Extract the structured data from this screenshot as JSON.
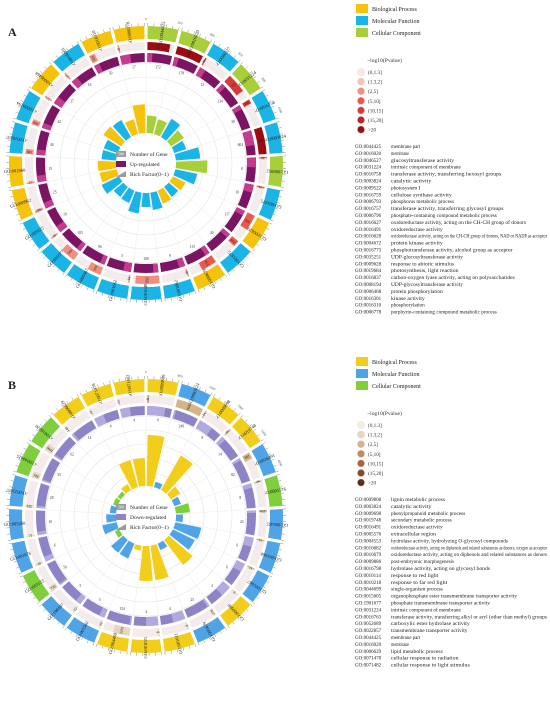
{
  "panels": [
    {
      "label": "A",
      "legend": {
        "categories": [
          {
            "name": "Biological Process",
            "color": "#f5c20c"
          },
          {
            "name": "Molecular Function",
            "color": "#1bb4e6"
          },
          {
            "name": "Cellular Component",
            "color": "#a6cf39"
          }
        ],
        "pvalue_title": "−log10(Pvalue)",
        "pvalue_bins": [
          "(0,1.3]",
          "(1.3,2]",
          "(2,5]",
          "(5,10]",
          "(10,15]",
          "(15,20]",
          ">20"
        ],
        "pvalue_colors": [
          "#fbe6e0",
          "#f7c1b3",
          "#f08f7e",
          "#e85a4c",
          "#d93a33",
          "#c42022",
          "#9d0b13"
        ],
        "center_items": [
          {
            "badge": "500",
            "label": "Number of Gene"
          },
          {
            "label": "Up-regulated",
            "color": "#7b1563"
          },
          {
            "label": "Rich Factor(0−1)",
            "color": "#9a9a9a"
          }
        ]
      },
      "terms": [
        {
          "id": "GO:0044425",
          "desc": "membrane part",
          "cat": 2,
          "genes": 841,
          "deg": 172,
          "bar": 0.25,
          "p": 6
        },
        {
          "id": "GO:0016020",
          "desc": "membrane",
          "cat": 2,
          "genes": 1000,
          "deg": 178,
          "bar": 0.22,
          "p": 6
        },
        {
          "id": "GO:0046527",
          "desc": "glucosyltransferase activity",
          "cat": 1,
          "genes": 48,
          "deg": 12,
          "bar": 0.3,
          "p": 4
        },
        {
          "id": "GO:0031224",
          "desc": "intrinsic component of membrane",
          "cat": 2,
          "genes": 725,
          "deg": 134,
          "bar": 0.22,
          "p": 4
        },
        {
          "id": "GO:0016758",
          "desc": "transferase activity, transferring hexosyl groups",
          "cat": 1,
          "genes": 165,
          "deg": 30,
          "bar": 0.18,
          "p": 4
        },
        {
          "id": "GO:0003824",
          "desc": "catalytic activity",
          "cat": 1,
          "genes": 1000,
          "deg": 604,
          "bar": 0.35,
          "p": 6
        },
        {
          "id": "GO:0009522",
          "desc": "photosystem I",
          "cat": 2,
          "genes": 20,
          "deg": 8,
          "bar": 0.45,
          "p": 3
        },
        {
          "id": "GO:0016759",
          "desc": "cellulose synthase activity",
          "cat": 1,
          "genes": 31,
          "deg": 10,
          "bar": 0.32,
          "p": 3
        },
        {
          "id": "GO:0006793",
          "desc": "phosphorus metabolic process",
          "cat": 0,
          "genes": 582,
          "deg": 117,
          "bar": 0.2,
          "p": 3
        },
        {
          "id": "GO:0016757",
          "desc": "transferase activity, transferring glycosyl groups",
          "cat": 1,
          "genes": 229,
          "deg": 40,
          "bar": 0.18,
          "p": 3
        },
        {
          "id": "GO:0006796",
          "desc": "phosphate-containing compound metabolic process",
          "cat": 0,
          "genes": 578,
          "deg": 115,
          "bar": 0.2,
          "p": 3
        },
        {
          "id": "GO:0016627",
          "desc": "oxidoreductase activity, acting on the CH-CH group of donors",
          "cat": 1,
          "genes": 36,
          "deg": 9,
          "bar": 0.25,
          "p": 2
        },
        {
          "id": "GO:0016491",
          "desc": "oxidoreductase activity",
          "cat": 1,
          "genes": 892,
          "deg": 180,
          "bar": 0.2,
          "p": 2
        },
        {
          "id": "GO:0016628",
          "desc": "oxidoreductase activity, acting on the CH-CH group of donors, NAD or NADP as acceptor",
          "cat": 1,
          "genes": 16,
          "deg": 5,
          "bar": 0.3,
          "p": 2
        },
        {
          "id": "GO:0004672",
          "desc": "protein kinase activity",
          "cat": 1,
          "genes": 504,
          "deg": 96,
          "bar": 0.19,
          "p": 2
        },
        {
          "id": "GO:0016773",
          "desc": "phosphotransferase activity, alcohol group as acceptor",
          "cat": 1,
          "genes": 568,
          "deg": 105,
          "bar": 0.18,
          "p": 2
        },
        {
          "id": "GO:0035251",
          "desc": "UDP-glucosyltransferase activity",
          "cat": 1,
          "genes": 36,
          "deg": 10,
          "bar": 0.28,
          "p": 2
        },
        {
          "id": "GO:0009628",
          "desc": "response to abiotic stimulus",
          "cat": 0,
          "genes": 99,
          "deg": 25,
          "bar": 0.25,
          "p": 2
        },
        {
          "id": "GO:0019684",
          "desc": "photosynthesis, light reaction",
          "cat": 0,
          "genes": 57,
          "deg": 15,
          "bar": 0.26,
          "p": 2
        },
        {
          "id": "GO:0016837",
          "desc": "carbon-oxygen lyase activity, acting on polysaccharides",
          "cat": 1,
          "genes": 186,
          "deg": 40,
          "bar": 0.21,
          "p": 2
        },
        {
          "id": "GO:0008194",
          "desc": "UDP-glycosyltransferase activity",
          "cat": 1,
          "genes": 198,
          "deg": 42,
          "bar": 0.21,
          "p": 2
        },
        {
          "id": "GO:0006468",
          "desc": "protein phosphorylation",
          "cat": 0,
          "genes": 57,
          "deg": 17,
          "bar": 0.3,
          "p": 2
        },
        {
          "id": "GO:0016301",
          "desc": "kinase activity",
          "cat": 1,
          "genes": 57,
          "deg": 16,
          "bar": 0.28,
          "p": 2
        },
        {
          "id": "GO:0016310",
          "desc": "phosphorylation",
          "cat": 0,
          "genes": 226,
          "deg": 50,
          "bar": 0.22,
          "p": 2
        },
        {
          "id": "GO:0006778",
          "desc": "porphyrin-containing compound metabolic process",
          "cat": 0,
          "genes": 41,
          "deg": 17,
          "bar": 0.41,
          "p": 2
        }
      ],
      "outer_scale": [
        "0",
        "200",
        "400",
        "600",
        "800",
        "1000"
      ]
    },
    {
      "label": "B",
      "legend": {
        "categories": [
          {
            "name": "Biological Process",
            "color": "#f2cd1a"
          },
          {
            "name": "Molecular Function",
            "color": "#4ea4e6"
          },
          {
            "name": "Cellular Component",
            "color": "#7ecf3b"
          }
        ],
        "pvalue_title": "−log10(Pvalue)",
        "pvalue_bins": [
          "(0,1.3]",
          "(1.3,2]",
          "(2,5]",
          "(5,10]",
          "(10,15]",
          "(15,20]",
          ">20"
        ],
        "pvalue_colors": [
          "#f3ece1",
          "#e8d6bc",
          "#d6b48a",
          "#c08a59",
          "#a8673a",
          "#8a4a26",
          "#5e2d14"
        ],
        "center_items": [
          {
            "badge": "500",
            "label": "Number of Gene"
          },
          {
            "label": "Down-regulated",
            "color": "#8c84c6"
          },
          {
            "label": "Rich Factor(0−1)",
            "color": "#9a9a9a"
          }
        ]
      },
      "terms": [
        {
          "id": "GO:0009808",
          "desc": "lignin metabolic process",
          "cat": 0,
          "genes": 11,
          "deg": 8,
          "bar": 0.73,
          "p": 3
        },
        {
          "id": "GO:0003824",
          "desc": "catalytic activity",
          "cat": 1,
          "genes": 3680,
          "deg": 249,
          "bar": 0.08,
          "p": 2
        },
        {
          "id": "GO:0009698",
          "desc": "phenylpropanoid metabolic process",
          "cat": 0,
          "genes": 14,
          "deg": 8,
          "bar": 0.57,
          "p": 2
        },
        {
          "id": "GO:0019748",
          "desc": "secondary metabolic process",
          "cat": 0,
          "genes": 86,
          "deg": 14,
          "bar": 0.16,
          "p": 2
        },
        {
          "id": "GO:0016491",
          "desc": "oxidoreductase activity",
          "cat": 1,
          "genes": 892,
          "deg": 82,
          "bar": 0.1,
          "p": 2
        },
        {
          "id": "GO:0005576",
          "desc": "extracellular region",
          "cat": 2,
          "genes": 44,
          "deg": 8,
          "bar": 0.2,
          "p": 2
        },
        {
          "id": "GO:0004553",
          "desc": "hydrolase activity, hydrolyzing O-glycosyl compounds",
          "cat": 1,
          "genes": 250,
          "deg": 24,
          "bar": 0.1,
          "p": 2
        },
        {
          "id": "GO:0016682",
          "desc": "oxidoreductase activity, acting on diphenols and related substances as donors, oxygen as acceptor",
          "cat": 1,
          "genes": 16,
          "deg": 6,
          "bar": 0.38,
          "p": 2
        },
        {
          "id": "GO:0016679",
          "desc": "oxidoreductase activity, acting on diphenols and related substances as donors",
          "cat": 1,
          "genes": 17,
          "deg": 6,
          "bar": 0.35,
          "p": 2
        },
        {
          "id": "GO:0009886",
          "desc": "post-embryonic morphogenesis",
          "cat": 0,
          "genes": 9,
          "deg": 4,
          "bar": 0.45,
          "p": 1
        },
        {
          "id": "GO:0016798",
          "desc": "hydrolase activity, acting on glycosyl bonds",
          "cat": 1,
          "genes": 270,
          "deg": 25,
          "bar": 0.1,
          "p": 1
        },
        {
          "id": "GO:0010114",
          "desc": "response to red light",
          "cat": 0,
          "genes": 8,
          "deg": 4,
          "bar": 0.5,
          "p": 1
        },
        {
          "id": "GO:0010218",
          "desc": "response to far red light",
          "cat": 0,
          "genes": 8,
          "deg": 4,
          "bar": 0.5,
          "p": 1
        },
        {
          "id": "GO:0044699",
          "desc": "single-organism process",
          "cat": 0,
          "genes": 2233,
          "deg": 154,
          "bar": 0.07,
          "p": 1
        },
        {
          "id": "GO:0015605",
          "desc": "organophosphate ester transmembrane transporter activity",
          "cat": 1,
          "genes": 22,
          "deg": 5,
          "bar": 0.23,
          "p": 1
        },
        {
          "id": "GO:1901677",
          "desc": "phosphate transmembrane transporter activity",
          "cat": 1,
          "genes": 22,
          "deg": 5,
          "bar": 0.23,
          "p": 1
        },
        {
          "id": "GO:0031224",
          "desc": "intrinsic component of membrane",
          "cat": 2,
          "genes": 725,
          "deg": 50,
          "bar": 0.07,
          "p": 1
        },
        {
          "id": "GO:0016763",
          "desc": "transferase activity, transferring alkyl or aryl (other than methyl) groups",
          "cat": 1,
          "genes": 28,
          "deg": 6,
          "bar": 0.21,
          "p": 1
        },
        {
          "id": "GO:0052689",
          "desc": "carboxylic ester hydrolase activity",
          "cat": 1,
          "genes": 71,
          "deg": 10,
          "bar": 0.14,
          "p": 1
        },
        {
          "id": "GO:0022857",
          "desc": "transmembrane transporter activity",
          "cat": 1,
          "genes": 323,
          "deg": 28,
          "bar": 0.09,
          "p": 1
        },
        {
          "id": "GO:0044425",
          "desc": "membrane part",
          "cat": 2,
          "genes": 841,
          "deg": 55,
          "bar": 0.07,
          "p": 1
        },
        {
          "id": "GO:0016020",
          "desc": "membrane",
          "cat": 2,
          "genes": 1000,
          "deg": 62,
          "bar": 0.06,
          "p": 1
        },
        {
          "id": "GO:0006629",
          "desc": "lipid metabolic process",
          "cat": 0,
          "genes": 145,
          "deg": 14,
          "bar": 0.1,
          "p": 1
        },
        {
          "id": "GO:0071478",
          "desc": "cellular response to radiation",
          "cat": 0,
          "genes": 10,
          "deg": 4,
          "bar": 0.4,
          "p": 1
        },
        {
          "id": "GO:0071482",
          "desc": "cellular response to light stimulus",
          "cat": 0,
          "genes": 10,
          "deg": 4,
          "bar": 0.4,
          "p": 1
        }
      ],
      "outer_scale": [
        "0",
        "800",
        "1600",
        "2400",
        "3200",
        "4000"
      ]
    }
  ],
  "chart_data": [
    {
      "type": "bar",
      "title": "",
      "categories": [
        "GO:0044425",
        "GO:0016020",
        "GO:0046527",
        "GO:0031224",
        "GO:0016758",
        "GO:0003824",
        "GO:0009522",
        "GO:0016759",
        "GO:0006793",
        "GO:0016757",
        "GO:0006796",
        "GO:0016627",
        "GO:0016491",
        "GO:0016628",
        "GO:0004672",
        "GO:0016773",
        "GO:0035251",
        "GO:0009628",
        "GO:0019684",
        "GO:0016837",
        "GO:0008194",
        "GO:0006468",
        "GO:0016301",
        "GO:0016310",
        "GO:0006778"
      ],
      "series": [
        {
          "name": "Number of Gene",
          "values": [
            841,
            1000,
            48,
            725,
            165,
            1000,
            20,
            31,
            582,
            229,
            578,
            36,
            892,
            16,
            504,
            568,
            36,
            99,
            57,
            186,
            198,
            57,
            57,
            226,
            41
          ]
        },
        {
          "name": "Up-regulated",
          "values": [
            172,
            178,
            12,
            134,
            30,
            604,
            8,
            10,
            117,
            40,
            115,
            9,
            180,
            5,
            96,
            105,
            10,
            25,
            15,
            40,
            42,
            17,
            16,
            50,
            17
          ]
        },
        {
          "name": "Rich Factor(0−1)",
          "values": [
            0.25,
            0.22,
            0.3,
            0.22,
            0.18,
            0.35,
            0.45,
            0.32,
            0.2,
            0.18,
            0.2,
            0.25,
            0.2,
            0.3,
            0.19,
            0.18,
            0.28,
            0.25,
            0.26,
            0.21,
            0.21,
            0.3,
            0.28,
            0.22,
            0.41
          ]
        }
      ],
      "ylim": [
        0,
        1
      ]
    },
    {
      "type": "bar",
      "title": "",
      "categories": [
        "GO:0009808",
        "GO:0003824",
        "GO:0009698",
        "GO:0019748",
        "GO:0016491",
        "GO:0005576",
        "GO:0004553",
        "GO:0016682",
        "GO:0016679",
        "GO:0009886",
        "GO:0016798",
        "GO:0010114",
        "GO:0010218",
        "GO:0044699",
        "GO:0015605",
        "GO:1901677",
        "GO:0031224",
        "GO:0016763",
        "GO:0052689",
        "GO:0022857",
        "GO:0044425",
        "GO:0016020",
        "GO:0006629",
        "GO:0071478",
        "GO:0071482"
      ],
      "series": [
        {
          "name": "Number of Gene",
          "values": [
            11,
            3680,
            14,
            86,
            892,
            44,
            250,
            16,
            17,
            9,
            270,
            8,
            8,
            2233,
            22,
            22,
            725,
            28,
            71,
            323,
            841,
            1000,
            145,
            10,
            10
          ]
        },
        {
          "name": "Down-regulated",
          "values": [
            8,
            249,
            8,
            14,
            82,
            8,
            24,
            6,
            6,
            4,
            25,
            4,
            4,
            154,
            5,
            5,
            50,
            6,
            10,
            28,
            55,
            62,
            14,
            4,
            4
          ]
        },
        {
          "name": "Rich Factor(0−1)",
          "values": [
            0.73,
            0.08,
            0.57,
            0.16,
            0.1,
            0.2,
            0.1,
            0.38,
            0.35,
            0.45,
            0.1,
            0.5,
            0.5,
            0.07,
            0.23,
            0.23,
            0.07,
            0.21,
            0.14,
            0.09,
            0.07,
            0.06,
            0.1,
            0.4,
            0.4
          ]
        }
      ],
      "ylim": [
        0,
        1
      ]
    }
  ]
}
